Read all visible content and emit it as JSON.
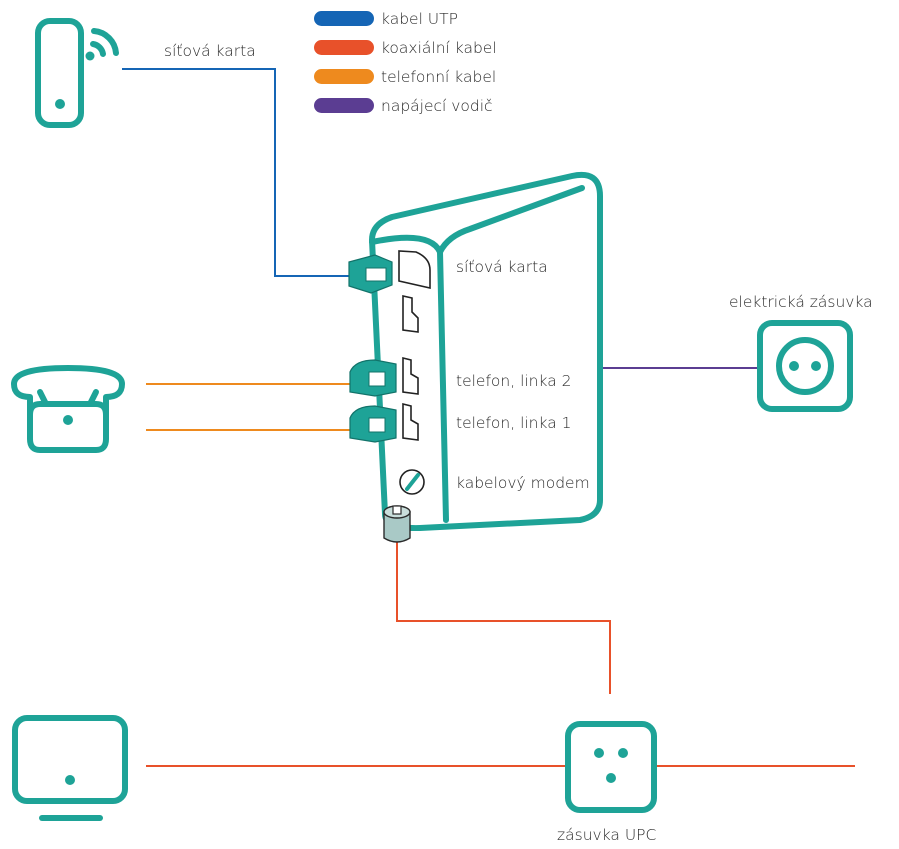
{
  "colors": {
    "teal": "#1ea397",
    "utp": "#1565b5",
    "coax": "#e8512a",
    "phone": "#ee8a1e",
    "power": "#5b3d92",
    "text": "#2b2b2b"
  },
  "legend": [
    {
      "label": "kabel UTP",
      "color": "#1565b5"
    },
    {
      "label": "koaxiální kabel",
      "color": "#e8512a"
    },
    {
      "label": "telefonní kabel",
      "color": "#ee8a1e"
    },
    {
      "label": "napájecí vodič",
      "color": "#5b3d92"
    }
  ],
  "labels": {
    "network_card_top": "síťová karta",
    "network_card_port": "síťová karta",
    "phone_line_2": "telefon, linka 2",
    "phone_line_1": "telefon, linka 1",
    "cable_modem": "kabelový modem",
    "power_outlet": "elektrická zásuvka",
    "upc_outlet": "zásuvka UPC"
  },
  "icons": {
    "router": "wifi-router-icon",
    "telephone": "telephone-icon",
    "tv": "tv-icon",
    "power_socket": "power-socket-icon",
    "upc_socket": "upc-socket-icon",
    "modem": "cable-modem-icon"
  }
}
